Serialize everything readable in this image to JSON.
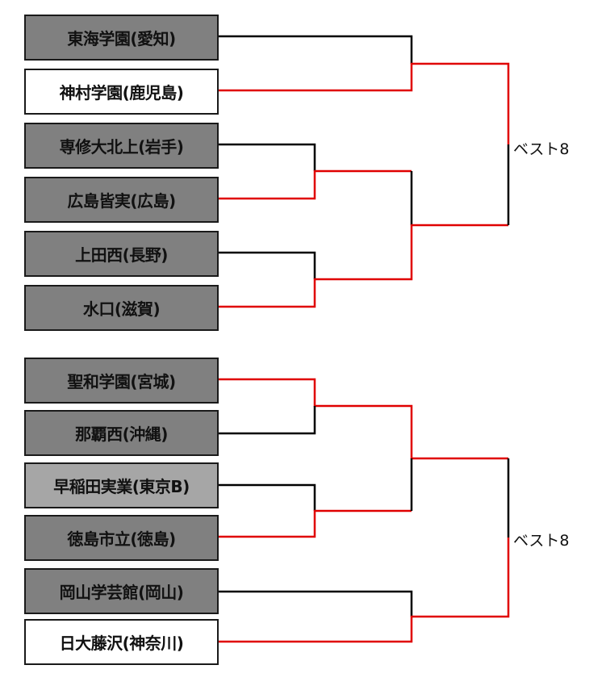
{
  "colors": {
    "winner_line": "#e00000",
    "loser_line": "#000000",
    "box_default": "#808080",
    "box_white": "#ffffff",
    "box_light": "#a6a6a6"
  },
  "groups": [
    {
      "label": "ベスト8",
      "teams": [
        {
          "name": "東海学園(愛知)",
          "style": "gray"
        },
        {
          "name": "神村学園(鹿児島)",
          "style": "white"
        },
        {
          "name": "専修大北上(岩手)",
          "style": "gray"
        },
        {
          "name": "広島皆実(広島)",
          "style": "gray"
        },
        {
          "name": "上田西(長野)",
          "style": "gray"
        },
        {
          "name": "水口(滋賀)",
          "style": "gray"
        }
      ]
    },
    {
      "label": "ベスト8",
      "teams": [
        {
          "name": "聖和学園(宮城)",
          "style": "gray"
        },
        {
          "name": "那覇西(沖縄)",
          "style": "gray"
        },
        {
          "name": "早稲田実業(東京B)",
          "style": "light"
        },
        {
          "name": "徳島市立(徳島)",
          "style": "gray"
        },
        {
          "name": "岡山学芸館(岡山)",
          "style": "gray"
        },
        {
          "name": "日大藤沢(神奈川)",
          "style": "white"
        }
      ]
    }
  ]
}
